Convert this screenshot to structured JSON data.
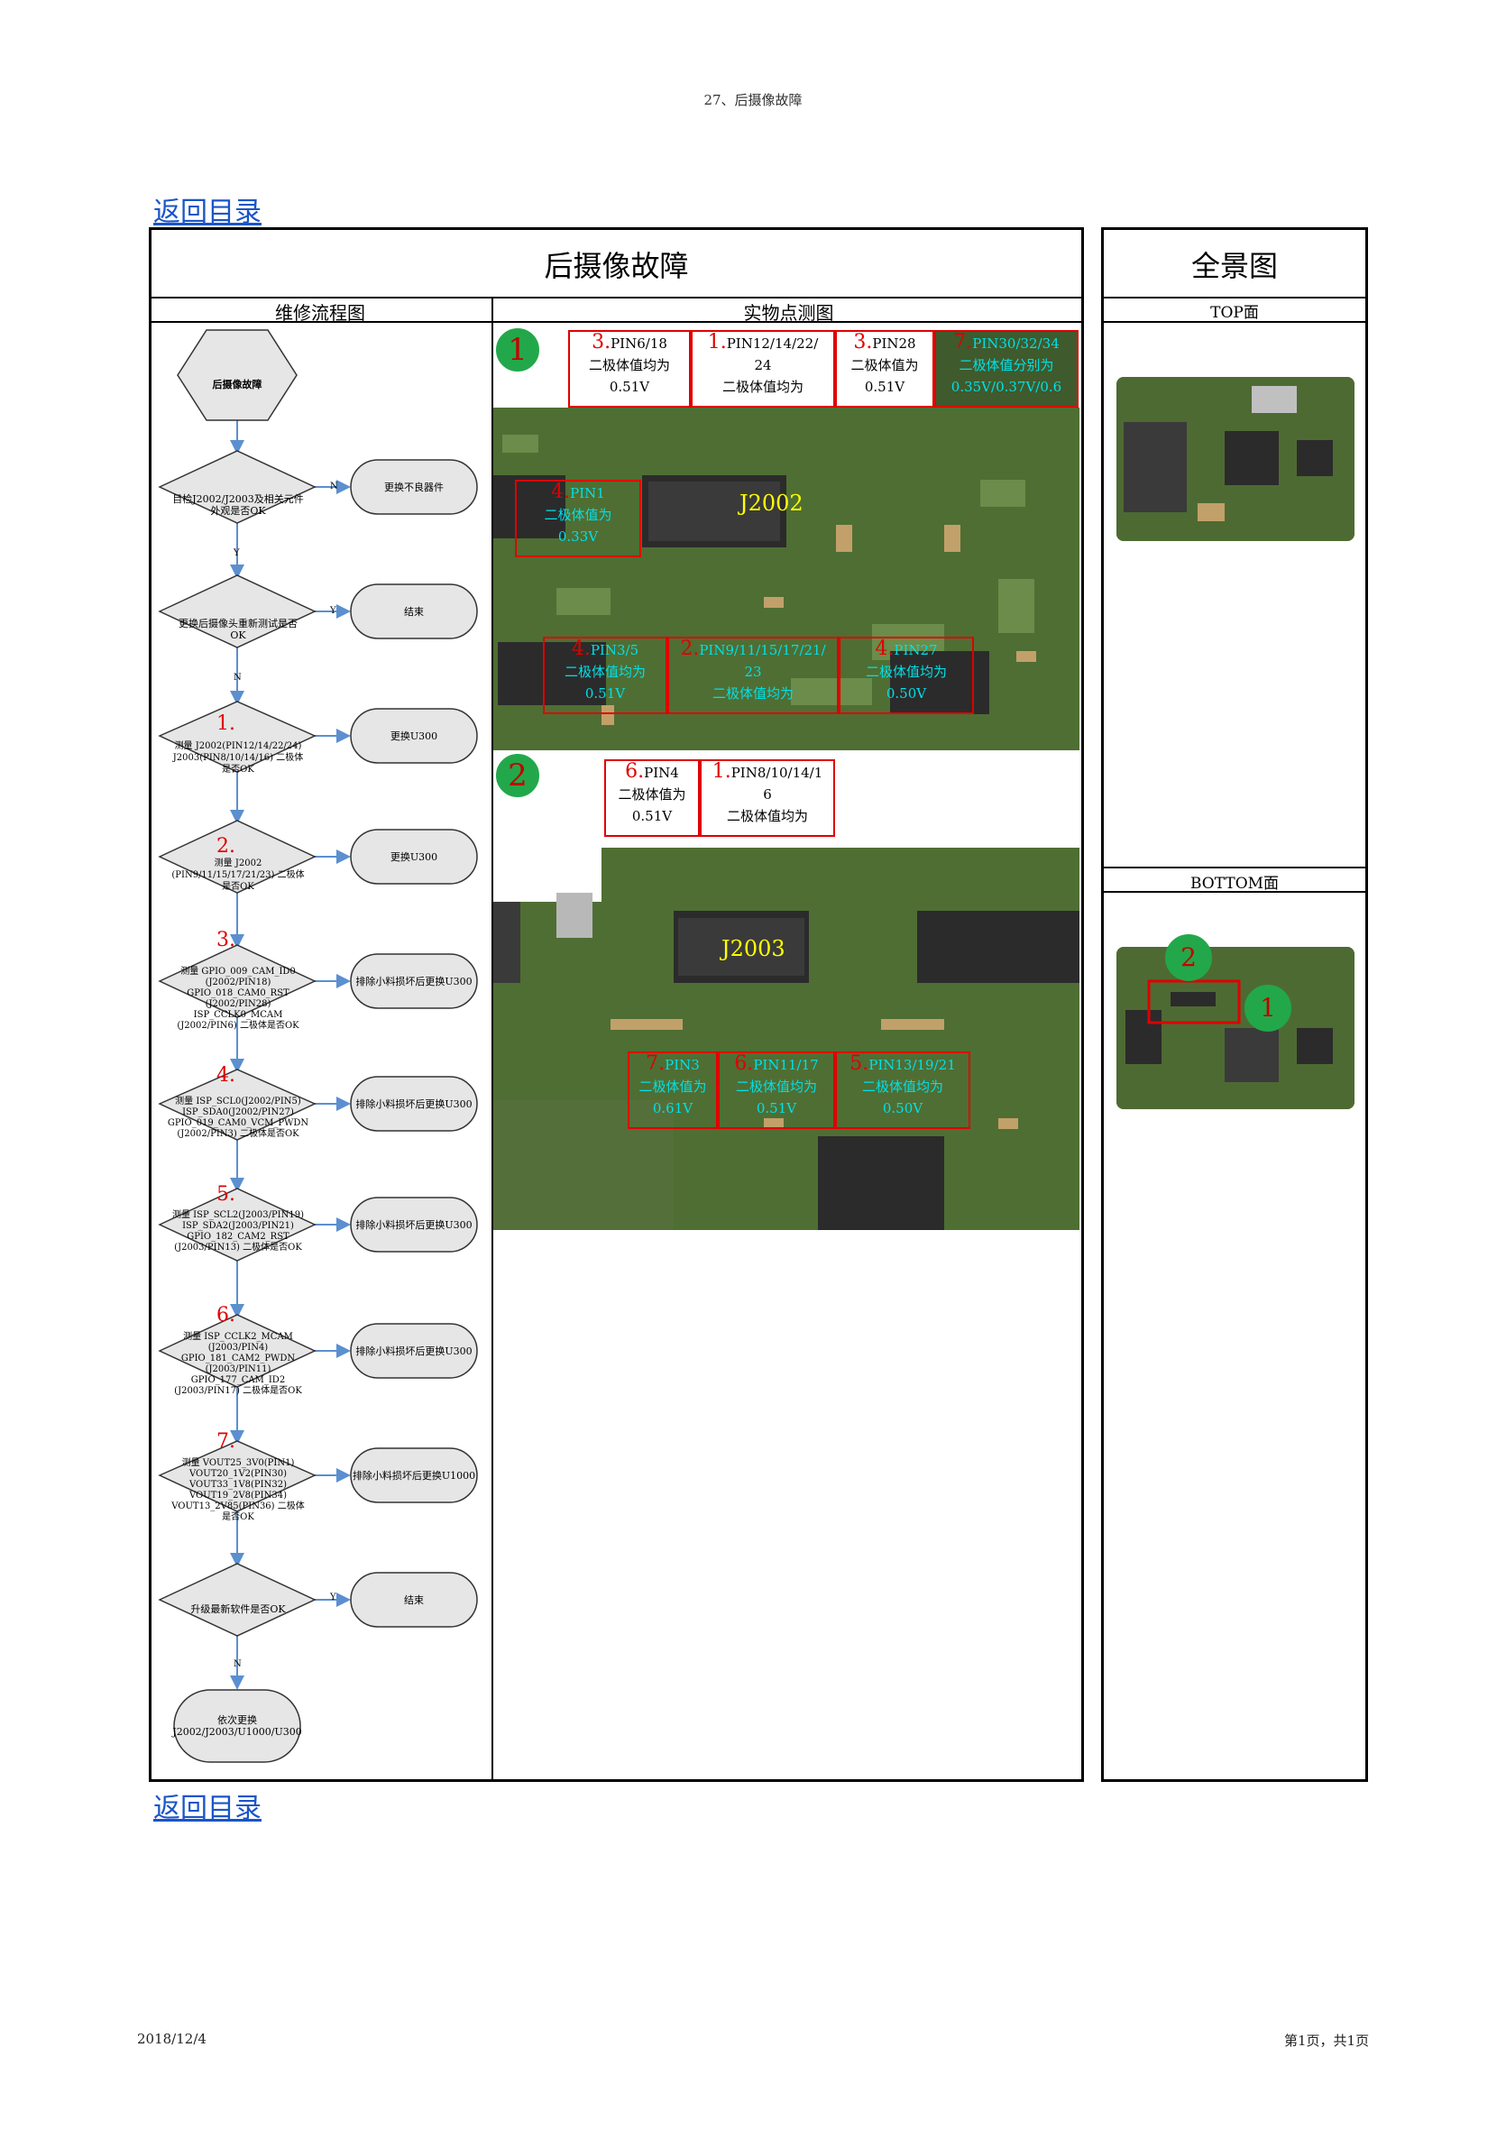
{
  "page": {
    "header_text": "27、后摄像故障",
    "back_link_top": "返回目录",
    "back_link_bottom": "返回目录",
    "footer_date": "2018/12/4",
    "footer_page": "第1页，共1页"
  },
  "table": {
    "main_title": "后摄像故障",
    "side_title": "全景图",
    "col_flow": "维修流程图",
    "col_photo": "实物点测图",
    "top_label": "TOP面",
    "bottom_label": "BOTTOM面"
  },
  "flow": {
    "start": "后摄像故障",
    "d1": "目检J2002/J2003及相关元件外观是否OK",
    "r1": "更换不良器件",
    "d2": "更换后摄像头重新测试是否OK",
    "r2": "结束",
    "d3_num": "1.",
    "d3": "测量 J2002(PIN12/14/22/24) J2003(PIN8/10/14/16) 二极体是否OK",
    "r3": "更换U300",
    "d4_num": "2.",
    "d4": "测量 J2002 (PIN9/11/15/17/21/23) 二极体是否OK",
    "r4": "更换U300",
    "d5_num": "3.",
    "d5": "测量 GPIO_009_CAM_ID0 (J2002/PIN18) GPIO_018_CAM0_RST (J2002/PIN28) ISP_CCLK0_MCAM (J2002/PIN6) 二极体是否OK",
    "r5": "排除小料损坏后更换U300",
    "d6_num": "4.",
    "d6": "测量 ISP_SCL0(J2002/PIN5) ISP_SDA0(J2002/PIN27) GPIO_019_CAM0_VCM_PWDN (J2002/PIN3) 二极体是否OK",
    "r6": "排除小料损坏后更换U300",
    "d7_num": "5.",
    "d7": "测量 ISP_SCL2(J2003/PIN19) ISP_SDA2(J2003/PIN21) GPIO_182_CAM2_RST (J2003/PIN13) 二极体是否OK",
    "r7": "排除小料损坏后更换U300",
    "d8_num": "6.",
    "d8": "测量 ISP_CCLK2_MCAM (J2003/PIN4) GPIO_181_CAM2_PWDN (J2003/PIN11) GPIO_177_CAM_ID2 (J2003/PIN17) 二极体是否OK",
    "r8": "排除小料损坏后更换U300",
    "d9_num": "7.",
    "d9": "测量 VOUT25_3V0(PIN1) VOUT20_1V2(PIN30) VOUT33_1V8(PIN32) VOUT19_2V8(PIN34) VOUT13_2V85(PIN36) 二极体是否OK",
    "r9": "排除小料损坏后更换U1000",
    "d10": "升级最新软件是否OK",
    "r10": "结束",
    "end": "依次更换 J2002/J2003/U1000/U300",
    "lbl_n": "N",
    "lbl_y": "Y"
  },
  "photo1": {
    "badge": "1",
    "connector": "J2002",
    "c_a_num": "3.",
    "c_a_l1": "PIN6/18",
    "c_a_l2": "二极体值均为",
    "c_a_l3": "0.51V",
    "c_b_num": "1.",
    "c_b_l1": "PIN12/14/22/",
    "c_b_l2": "24",
    "c_b_l3": "二极体值均为",
    "c_c_num": "3.",
    "c_c_l1": "PIN28",
    "c_c_l2": "二极体值为",
    "c_c_l3": "0.51V",
    "c_d_num": "7.",
    "c_d_l1": "PIN30/32/34",
    "c_d_l2": "二极体值分别为",
    "c_d_l3": "0.35V/0.37V/0.6",
    "c_e_num": "4.",
    "c_e_l1": "PIN1",
    "c_e_l2": "二极体值为",
    "c_e_l3": "0.33V",
    "c_f_num": "4.",
    "c_f_l1": "PIN3/5",
    "c_f_l2": "二极体值均为",
    "c_f_l3": "0.51V",
    "c_g_num": "2.",
    "c_g_l1": "PIN9/11/15/17/21/",
    "c_g_l2": "23",
    "c_g_l3": "二极体值均为",
    "c_h_num": "4.",
    "c_h_l1": "PIN27",
    "c_h_l2": "二极体值均为",
    "c_h_l3": "0.50V"
  },
  "photo2": {
    "badge": "2",
    "connector": "J2003",
    "c_a_num": "6.",
    "c_a_l1": "PIN4",
    "c_a_l2": "二极体值为",
    "c_a_l3": "0.51V",
    "c_b_num": "1.",
    "c_b_l1": "PIN8/10/14/1",
    "c_b_l2": "6",
    "c_b_l3": "二极体值均为",
    "c_c_num": "7.",
    "c_c_l1": "PIN3",
    "c_c_l2": "二极体值为",
    "c_c_l3": "0.61V",
    "c_d_num": "6.",
    "c_d_l1": "PIN11/17",
    "c_d_l2": "二极体值均为",
    "c_d_l3": "0.51V",
    "c_e_num": "5.",
    "c_e_l1": "PIN13/19/21",
    "c_e_l2": "二极体值均为",
    "c_e_l3": "0.50V"
  },
  "bottom_board": {
    "badge_2": "2",
    "badge_1": "1"
  }
}
